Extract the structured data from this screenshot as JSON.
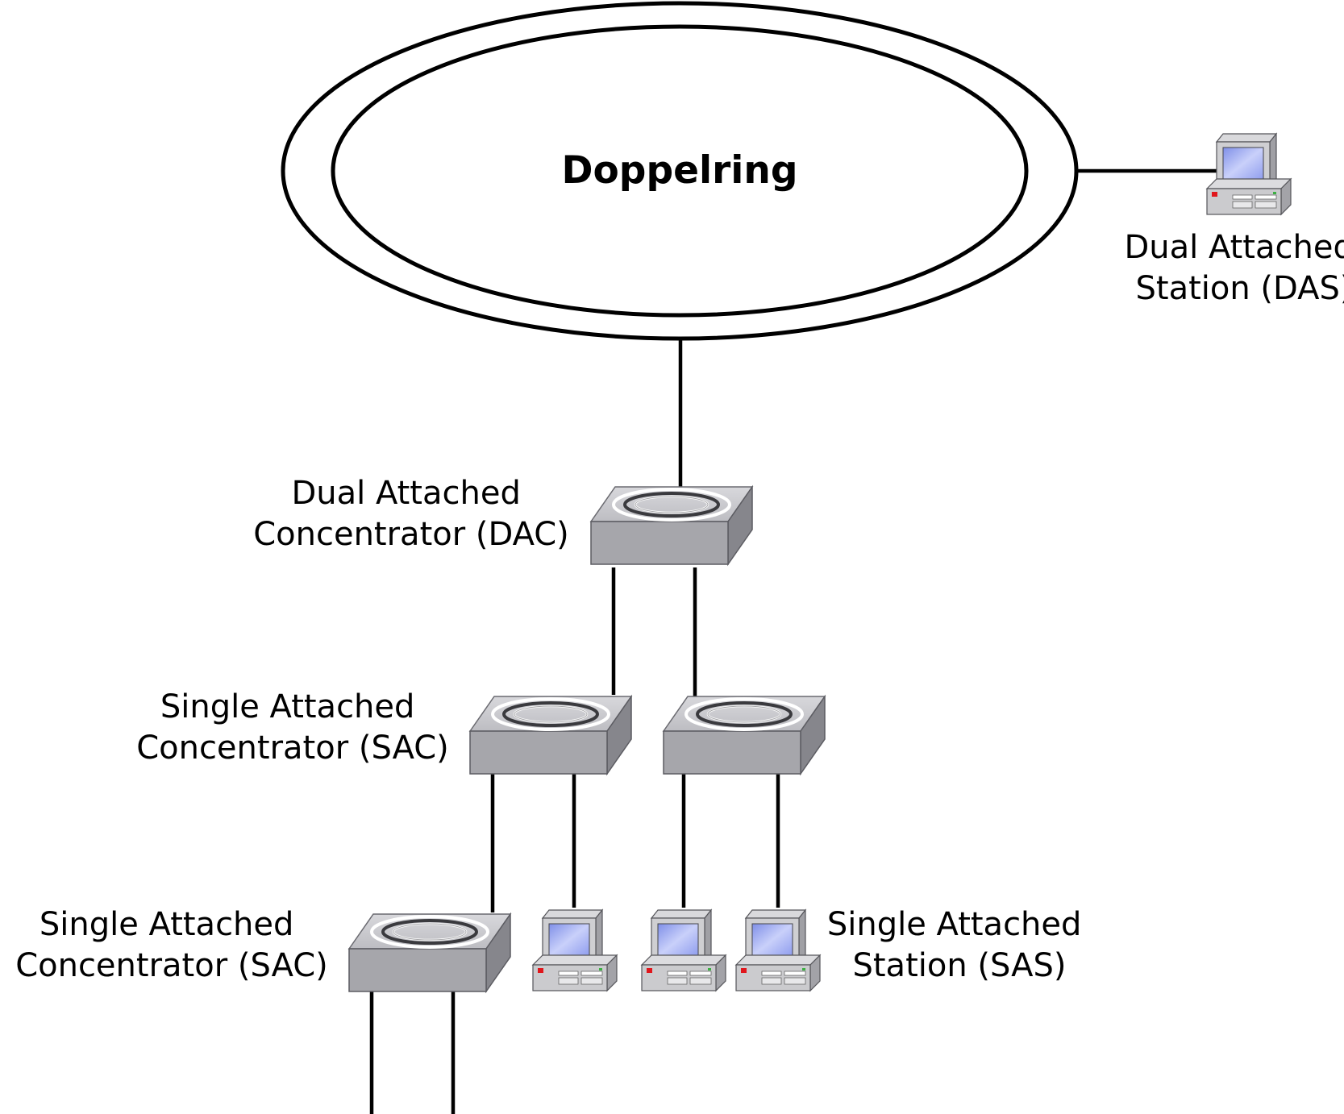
{
  "ring": {
    "title": "Doppelring"
  },
  "labels": {
    "das": [
      "Dual Attached",
      "Station (DAS)"
    ],
    "dac": [
      "Dual Attached",
      "Concentrator (DAC)"
    ],
    "sac_mid": [
      "Single Attached",
      "Concentrator (SAC)"
    ],
    "sac_low": [
      "Single Attached",
      "Concentrator (SAC)"
    ],
    "sas": [
      "Single Attached",
      "Station (SAS)"
    ]
  },
  "colors": {
    "line": "#000000",
    "device_face": "#a9a9ad",
    "device_top": "#cfcfd3",
    "screen": "#9aa8f0"
  }
}
